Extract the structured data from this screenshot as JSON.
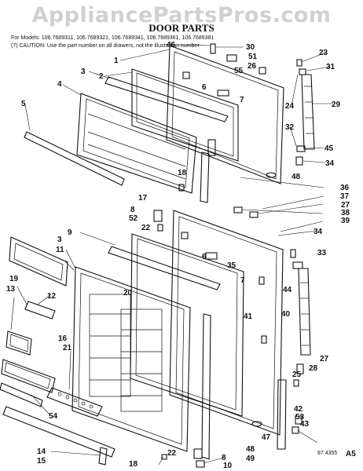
{
  "watermark": "AppliancePartsPros.com",
  "title": "DOOR PARTS",
  "models_line": "For Models: 106.7689311, 106.7689321, 106.7689341, 106.7689361, 106.7689381",
  "note_line": "(7) CAUTION: Use the part number on all drawers, not the illustration number",
  "corner_code": "87 4355",
  "corner_mark": "A5",
  "callouts": [
    "46",
    "30",
    "51",
    "26",
    "1",
    "55",
    "23",
    "31",
    "2",
    "3",
    "6",
    "7",
    "4",
    "24",
    "29",
    "5",
    "32",
    "45",
    "34",
    "18",
    "48",
    "17",
    "36",
    "37",
    "8",
    "27",
    "52",
    "38",
    "39",
    "22",
    "9",
    "34",
    "3",
    "33",
    "11",
    "6",
    "35",
    "7",
    "19",
    "12",
    "13",
    "20",
    "44",
    "40",
    "41",
    "16",
    "21",
    "27",
    "28",
    "25",
    "42",
    "53",
    "43",
    "54",
    "47",
    "48",
    "49",
    "10",
    "22",
    "14",
    "15",
    "18",
    "8"
  ]
}
